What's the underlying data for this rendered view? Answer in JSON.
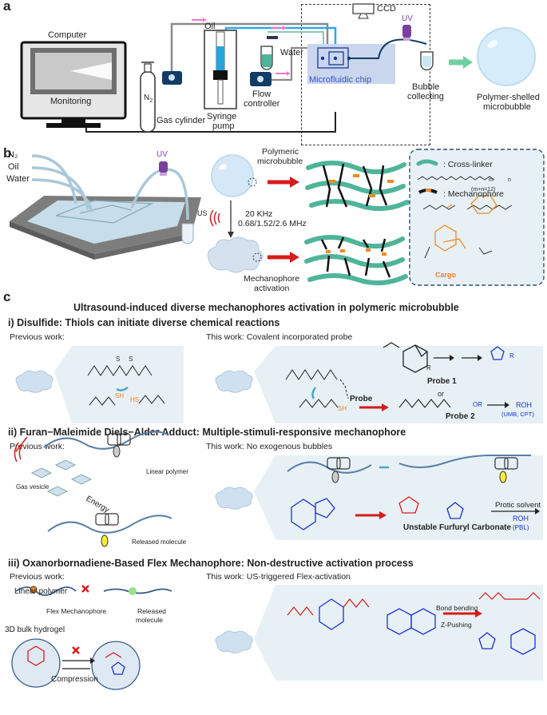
{
  "panels": {
    "a": "a",
    "b": "b",
    "c": "c"
  },
  "panel_a": {
    "computer": "Computer",
    "monitoring": "Monitoring",
    "gas": "Gas cylinder",
    "n2": "N",
    "n2_sub": "2",
    "syringe_line1": "Syringe",
    "syringe_line2": "pump",
    "oil": "Oil",
    "water": "Water",
    "flow_line1": "Flow",
    "flow_line2": "controller",
    "chip": "Microfluidic chip",
    "ccd": "CCD",
    "uv": "UV",
    "bubble_line1": "Bubble",
    "bubble_line2": "collecting",
    "shell_line1": "Polymer-shelled",
    "shell_line2": "microbubble"
  },
  "panel_b": {
    "n2": "N₂",
    "oil": "Oil",
    "water": "Water",
    "uv": "UV",
    "poly_line1": "Polymeric",
    "poly_line2": "microbubble",
    "us": "US",
    "freq1": "20 KHz",
    "freq2": "0.68/1.52/2.6 MHz",
    "mech_line1": "Mechanophore",
    "mech_line2": "activation",
    "crosslinker": ": Cross-linker",
    "mn": "(m+n=12)",
    "m": "m",
    "n": "n",
    "mechanophore": ": Mechanophore",
    "cargo": "Cargo"
  },
  "panel_c": {
    "title": "Ultrasound-induced diverse mechanophores activation in polymeric microbubble",
    "s1_title": "i) Disulfide: Thiols can initiate diverse chemical reactions",
    "s1_prev": "Previous work:",
    "s1_this": "This work: Covalent incorporated probe",
    "s1_probe": "Probe",
    "s1_probe1": "Probe 1",
    "s1_or": "or",
    "s1_probe2": "Probe 2",
    "s1_sh": "SH",
    "s1_hs": "HS",
    "s1_roh": "ROH",
    "s1_roh_sub": "(UMB, CPT)",
    "s1_r": "R",
    "s1_or_group": "OR",
    "s2_title": "ii) Furan−Maleimide Diels−Alder Adduct: Multiple-stimuli-responsive mechanophore",
    "s2_prev": "Previous work:",
    "s2_this": "This work: No exogenous bubbles",
    "s2_linear": "Linear polymer",
    "s2_gas": "Gas vesicle",
    "s2_energy": "Energy",
    "s2_released": "Released molecule",
    "s2_unstable": "Unstable Furfuryl Carbonate",
    "s2_protic": "Protic solvent",
    "s2_roh": "ROH",
    "s2_pbl": "(PBL)",
    "s3_title": "iii) Oxanorbornadiene-Based Flex Mechanophore: Non-destructive activation process",
    "s3_prev": "Previous work:",
    "s3_this": "This work: US-triggered Flex-activation",
    "s3_linear": "Linear polymer",
    "s3_flex": "Flex Mechanophore",
    "s3_released_line1": "Released",
    "s3_released_line2": "molecule",
    "s3_hydrogel": "3D bulk hydrogel",
    "s3_compression": "Compression",
    "s3_bond": "Bond bending",
    "s3_zpush": "Z-Pushing"
  },
  "colors": {
    "accent_blue": "#1c2fd4",
    "orange": "#f07f2a",
    "red_arrow": "#d81b1b",
    "mesh_green": "#4fb59a",
    "box_bg": "#e7f1f5"
  }
}
